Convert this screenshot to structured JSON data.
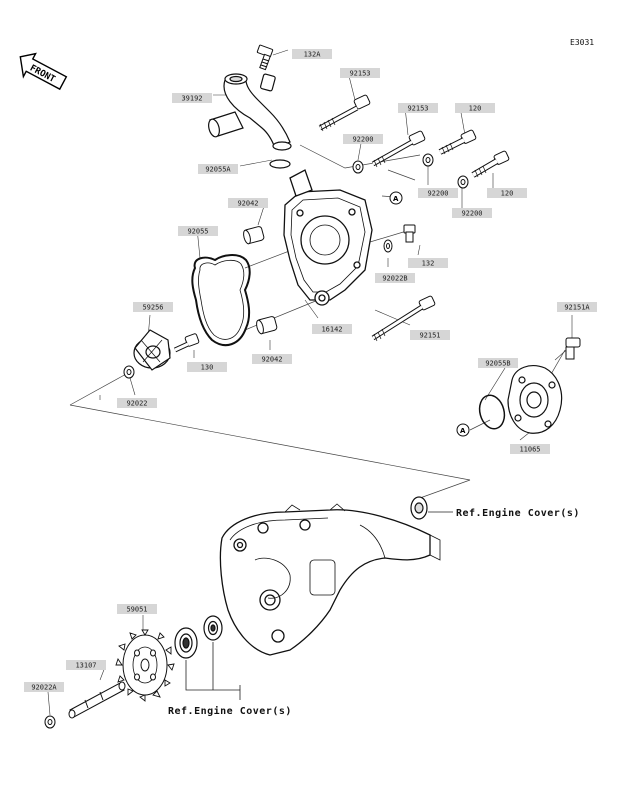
{
  "diagram_code": "E3031",
  "front_arrow_label": "FRONT",
  "parts": [
    {
      "id": "p-132A",
      "label": "132A"
    },
    {
      "id": "p-39192",
      "label": "39192"
    },
    {
      "id": "p-92153a",
      "label": "92153"
    },
    {
      "id": "p-92153b",
      "label": "92153"
    },
    {
      "id": "p-120a",
      "label": "120"
    },
    {
      "id": "p-92200a",
      "label": "92200"
    },
    {
      "id": "p-92055A",
      "label": "92055A"
    },
    {
      "id": "p-92200b",
      "label": "92200"
    },
    {
      "id": "p-120b",
      "label": "120"
    },
    {
      "id": "p-92200c",
      "label": "92200"
    },
    {
      "id": "p-92042a",
      "label": "92042"
    },
    {
      "id": "p-92055",
      "label": "92055"
    },
    {
      "id": "p-132b",
      "label": "132"
    },
    {
      "id": "p-92022B",
      "label": "92022B"
    },
    {
      "id": "p-16142",
      "label": "16142"
    },
    {
      "id": "p-92151",
      "label": "92151"
    },
    {
      "id": "p-59256",
      "label": "59256"
    },
    {
      "id": "p-130",
      "label": "130"
    },
    {
      "id": "p-92042b",
      "label": "92042"
    },
    {
      "id": "p-92151A",
      "label": "92151A"
    },
    {
      "id": "p-92022",
      "label": "92022"
    },
    {
      "id": "p-92055B",
      "label": "92055B"
    },
    {
      "id": "p-11065",
      "label": "11065"
    },
    {
      "id": "p-59051",
      "label": "59051"
    },
    {
      "id": "p-13107",
      "label": "13107"
    },
    {
      "id": "p-92022A",
      "label": "92022A"
    }
  ],
  "connector_label": "A",
  "ref_engine_cover_1": "Ref.Engine Cover(s)",
  "ref_engine_cover_2": "Ref.Engine Cover(s)"
}
